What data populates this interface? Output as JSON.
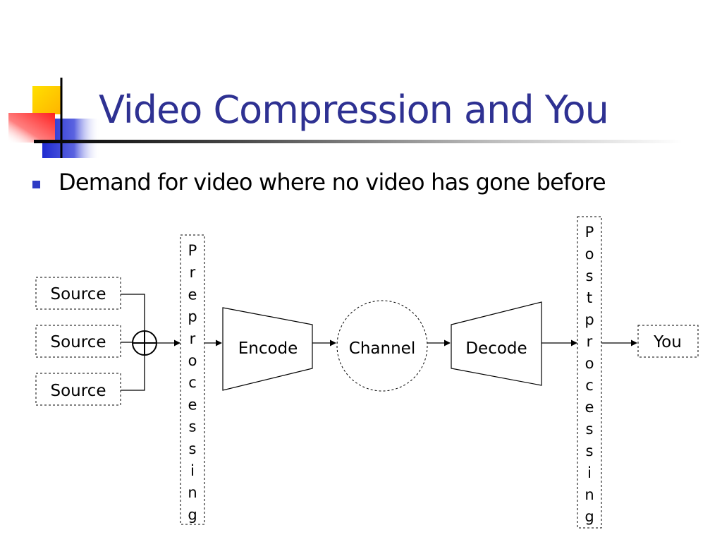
{
  "slide": {
    "title": "Video Compression and You",
    "bullet": "Demand for video where no video has gone before"
  },
  "diagram": {
    "sources": [
      "Source",
      "Source",
      "Source"
    ],
    "combine_icon": "circled-plus-icon",
    "preprocessing": "Preprocessing",
    "encode": "Encode",
    "channel": "Channel",
    "decode": "Decode",
    "postprocessing": "Postprocessing",
    "output": "You"
  },
  "colors": {
    "title": "#2e3192",
    "bullet": "#2e3bc4",
    "deco_yellow": "#ffd200",
    "deco_blue": "#2a34d0",
    "deco_red": "#ff3030"
  }
}
